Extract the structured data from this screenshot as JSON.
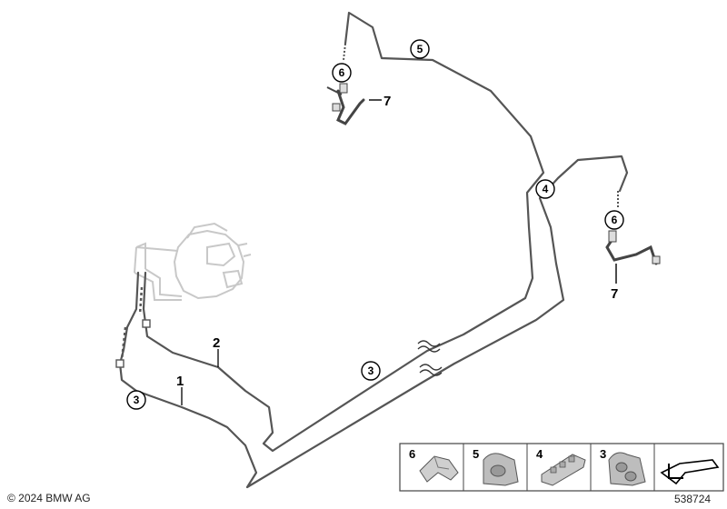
{
  "diagram": {
    "part_labels": [
      {
        "id": "1",
        "text": "1"
      },
      {
        "id": "2",
        "text": "2"
      },
      {
        "id": "7a",
        "text": "7"
      },
      {
        "id": "7b",
        "text": "7"
      }
    ],
    "circled_labels": [
      {
        "id": "5",
        "text": "5"
      },
      {
        "id": "6a",
        "text": "6"
      },
      {
        "id": "6b",
        "text": "6"
      },
      {
        "id": "4",
        "text": "4"
      },
      {
        "id": "3a",
        "text": "3"
      },
      {
        "id": "3b",
        "text": "3"
      }
    ],
    "legend": [
      {
        "num": "6",
        "icon": "clip-bracket-icon"
      },
      {
        "num": "5",
        "icon": "single-pipe-clip-icon"
      },
      {
        "num": "4",
        "icon": "multi-pipe-clip-icon"
      },
      {
        "num": "3",
        "icon": "double-pipe-clip-icon"
      },
      {
        "num": "",
        "icon": "arrow-symbol-icon"
      }
    ],
    "copyright": "© 2024 BMW AG",
    "diagram_number": "538724"
  }
}
